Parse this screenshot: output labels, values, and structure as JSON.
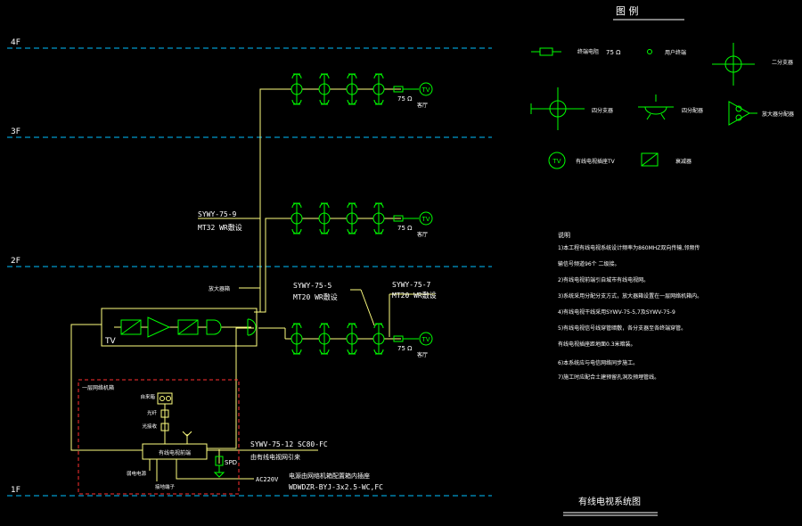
{
  "floors": [
    "4F",
    "3F",
    "2F",
    "1F"
  ],
  "legend": {
    "title": "图  例",
    "items": [
      {
        "label": "终端电阻",
        "value": "75 Ω"
      },
      {
        "label": "用户终端"
      },
      {
        "label": "二分支器"
      },
      {
        "label": "四分支器"
      },
      {
        "label": "四分配器"
      },
      {
        "label": "放大器分配器"
      },
      {
        "label": "有线电视插座TV"
      },
      {
        "label": "衰减器"
      }
    ]
  },
  "riser": {
    "trunk_cable": "SYWY-75-9",
    "trunk_conduit": "MT32 WR敷设",
    "tap_terminations": [
      "75 Ω",
      "75 Ω",
      "75 Ω"
    ],
    "room_labels": [
      "客厅",
      "客厅",
      "客厅"
    ],
    "tv_symbol": "TV",
    "branch_cable_left": "SYWY-75-5",
    "branch_conduit_left": "MT20 WR敷设",
    "branch_cable_right": "SYWY-75-7",
    "branch_conduit_right": "MT20 WR敷设",
    "amplifier_box_label": "TV",
    "amp_note": "放大器箱"
  },
  "distribution_box": {
    "title": "一层网络机箱",
    "labels": [
      "自来箱",
      "光纤",
      "光接收",
      "有线电视前端"
    ],
    "spd": "SPD",
    "bottom_labels": [
      "弱电电源",
      "接地端子"
    ],
    "incoming_cable": "SYWV-75-12 SC80-FC",
    "incoming_note": "由有线电视网引来",
    "power_note": "电源由网络机箱配置箱内插座",
    "power_cable": "WDWDZR-BYJ-3x2.5-WC,FC",
    "power_label": "AC220V"
  },
  "notes": {
    "title": "说明",
    "lines": [
      "1)本工程有线电视系统设计频率为860MHZ双向传输,邻频传",
      "   输信号频道96个    二级接。",
      "2)有线电视前端引自城市有线电视网。",
      "3)系统采用分配分支方式，放大器箱设置在一层网络机箱内。",
      "4)有线电视干线采用SYWV-75-5,7及SYWV-75-9",
      "5)有线电视信号线穿管暗敷，各分支器至各终端穿管。",
      "   有线电视插座距地面0.3米暗装。",
      "6)本系统应与电信网络同步施工。",
      "7)施工时应配合土建预留孔洞及预埋管线。"
    ]
  },
  "footer_title": "有线电视系统图",
  "colors": {
    "background": "#000000",
    "wire": "#ffff80",
    "device": "#00ff00",
    "dash": "#00bfff",
    "text": "#ffffff",
    "box": "#ff3030"
  }
}
